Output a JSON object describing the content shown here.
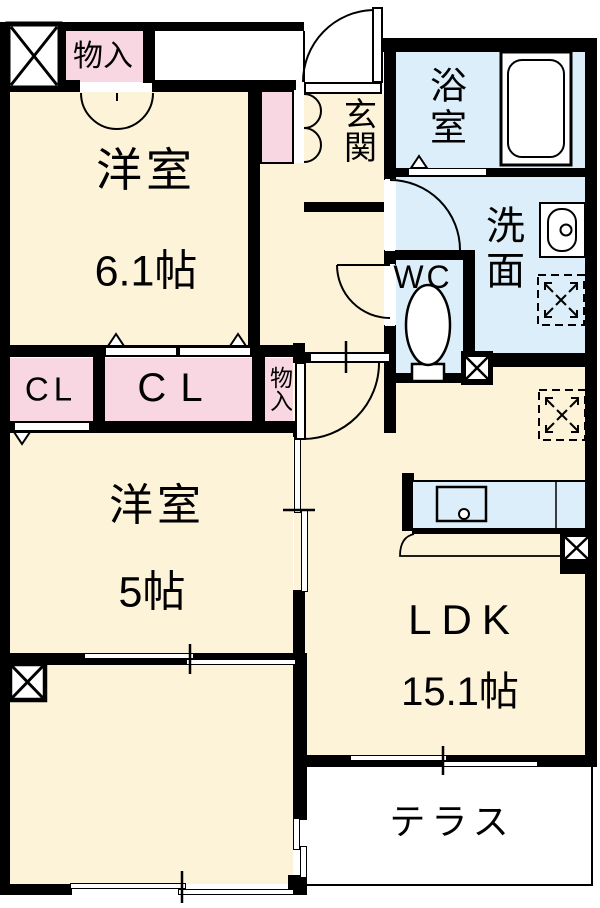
{
  "plan": {
    "rooms": {
      "bedroom1": {
        "name": "洋室",
        "area": "6.1帖"
      },
      "bedroom2": {
        "name": "洋室",
        "area": "5帖"
      },
      "ldk": {
        "name": "LDK",
        "area": "15.1帖"
      },
      "terrace": {
        "name": "テラス"
      },
      "genkan": {
        "name": "玄関"
      },
      "bath": {
        "name": "浴室"
      },
      "washroom": {
        "name": "洗面"
      },
      "wc": {
        "name": "WC"
      },
      "closet1": {
        "name": "CL"
      },
      "closet2": {
        "name": "CL"
      },
      "storage_top": {
        "name": "物入"
      },
      "storage_hall": {
        "name": "物入"
      }
    },
    "colors": {
      "floor_cream": "#FCF3D9",
      "closet_pink": "#F8D7E3",
      "wet_area_blue": "#DBEEF9",
      "wall_black": "#000000",
      "bg_white": "#FFFFFF"
    }
  }
}
